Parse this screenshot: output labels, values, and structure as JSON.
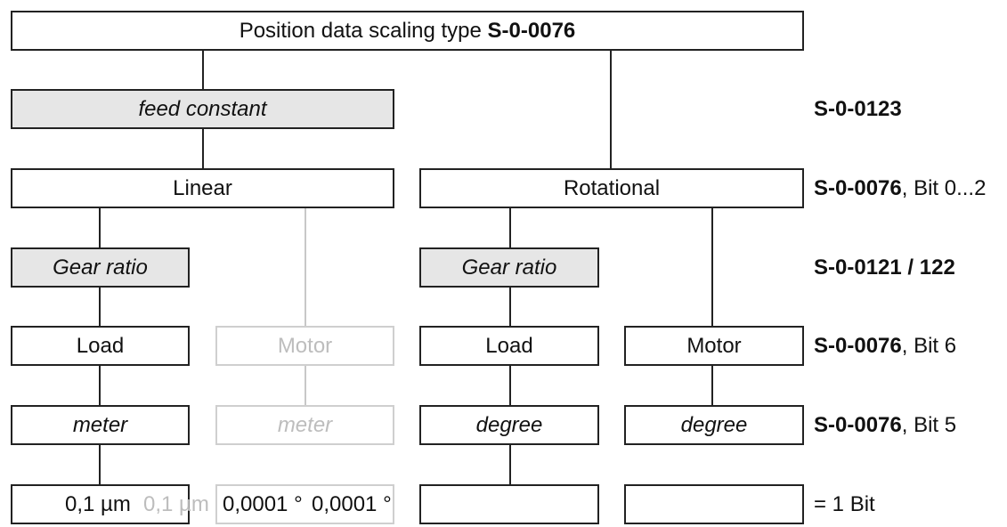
{
  "top": {
    "text": "Position data scaling type ",
    "code": "S-0-0076"
  },
  "feed_constant": "feed constant",
  "linear": "Linear",
  "rotational": "Rotational",
  "gear_ratio_linear": "Gear ratio",
  "gear_ratio_rotational": "Gear ratio",
  "load_linear": "Load",
  "motor_linear": "Motor",
  "load_rotational": "Load",
  "motor_rotational": "Motor",
  "meter_load": "meter",
  "meter_motor": "meter",
  "degree_load": "degree",
  "degree_motor": "degree",
  "bottom_row": {
    "linear_load": "0,1 µm",
    "linear_motor": "0,1 µm",
    "rotational_load": "0,0001 °",
    "rotational_motor": "0,0001 °"
  },
  "right_labels": {
    "feed": {
      "code": "S-0-0123"
    },
    "type": {
      "code": "S-0-0076",
      "suffix": ", Bit 0...2"
    },
    "gear": {
      "code1": "S-0-0121",
      "sep": " / ",
      "code2": "122"
    },
    "load_motor": {
      "code": "S-0-0076",
      "suffix": ", Bit 6"
    },
    "unit": {
      "code": "S-0-0076",
      "suffix": ", Bit 5"
    },
    "bit": {
      "text": "= 1 Bit"
    }
  },
  "colors": {
    "line": "#222222",
    "faded": "#c8c8c8",
    "shade": "#e6e6e6"
  }
}
